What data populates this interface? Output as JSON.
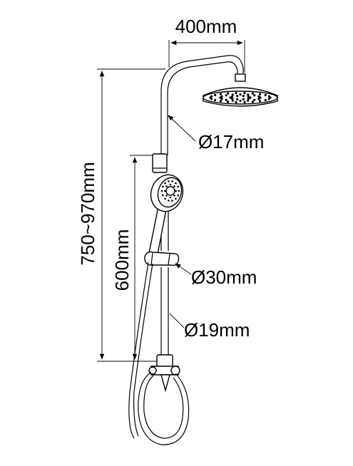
{
  "labels": {
    "top_width": "400mm",
    "total_height": "750~970mm",
    "slide_height": "600mm",
    "tube_upper": "Ø17mm",
    "tube_slider": "Ø30mm",
    "tube_lower": "Ø19mm"
  },
  "colors": {
    "line": "#000000",
    "background": "#ffffff"
  }
}
